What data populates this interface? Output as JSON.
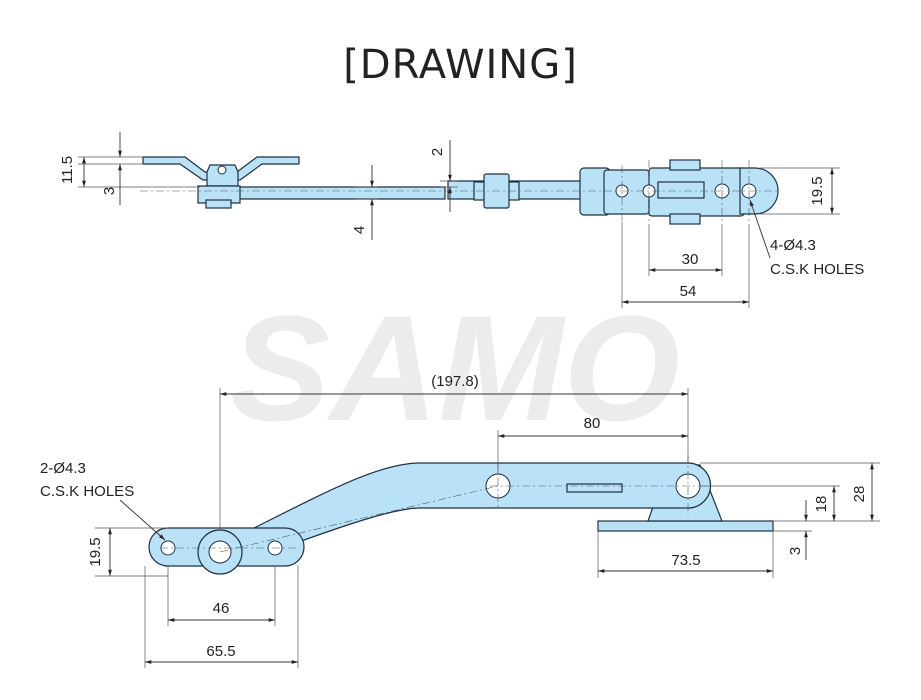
{
  "title": "[DRAWING]",
  "watermark": "SAMO",
  "colors": {
    "part_fill": "#b9e2f7",
    "outline": "#1f3140",
    "dimension": "#333333"
  },
  "top_view": {
    "dims": {
      "d_11_5": "11.5",
      "d_3": "3",
      "d_4": "4",
      "d_2": "2",
      "d_19_5": "19.5",
      "d_30": "30",
      "d_54": "54"
    },
    "note_line1": "4-Ø4.3",
    "note_line2": "C.S.K HOLES"
  },
  "side_view": {
    "dims": {
      "d_197_8": "(197.8)",
      "d_80": "80",
      "d_18": "18",
      "d_28": "28",
      "d_3": "3",
      "d_73_5": "73.5",
      "d_19_5": "19.5",
      "d_46": "46",
      "d_65_5": "65.5"
    },
    "note_line1": "2-Ø4.3",
    "note_line2": "C.S.K HOLES"
  }
}
